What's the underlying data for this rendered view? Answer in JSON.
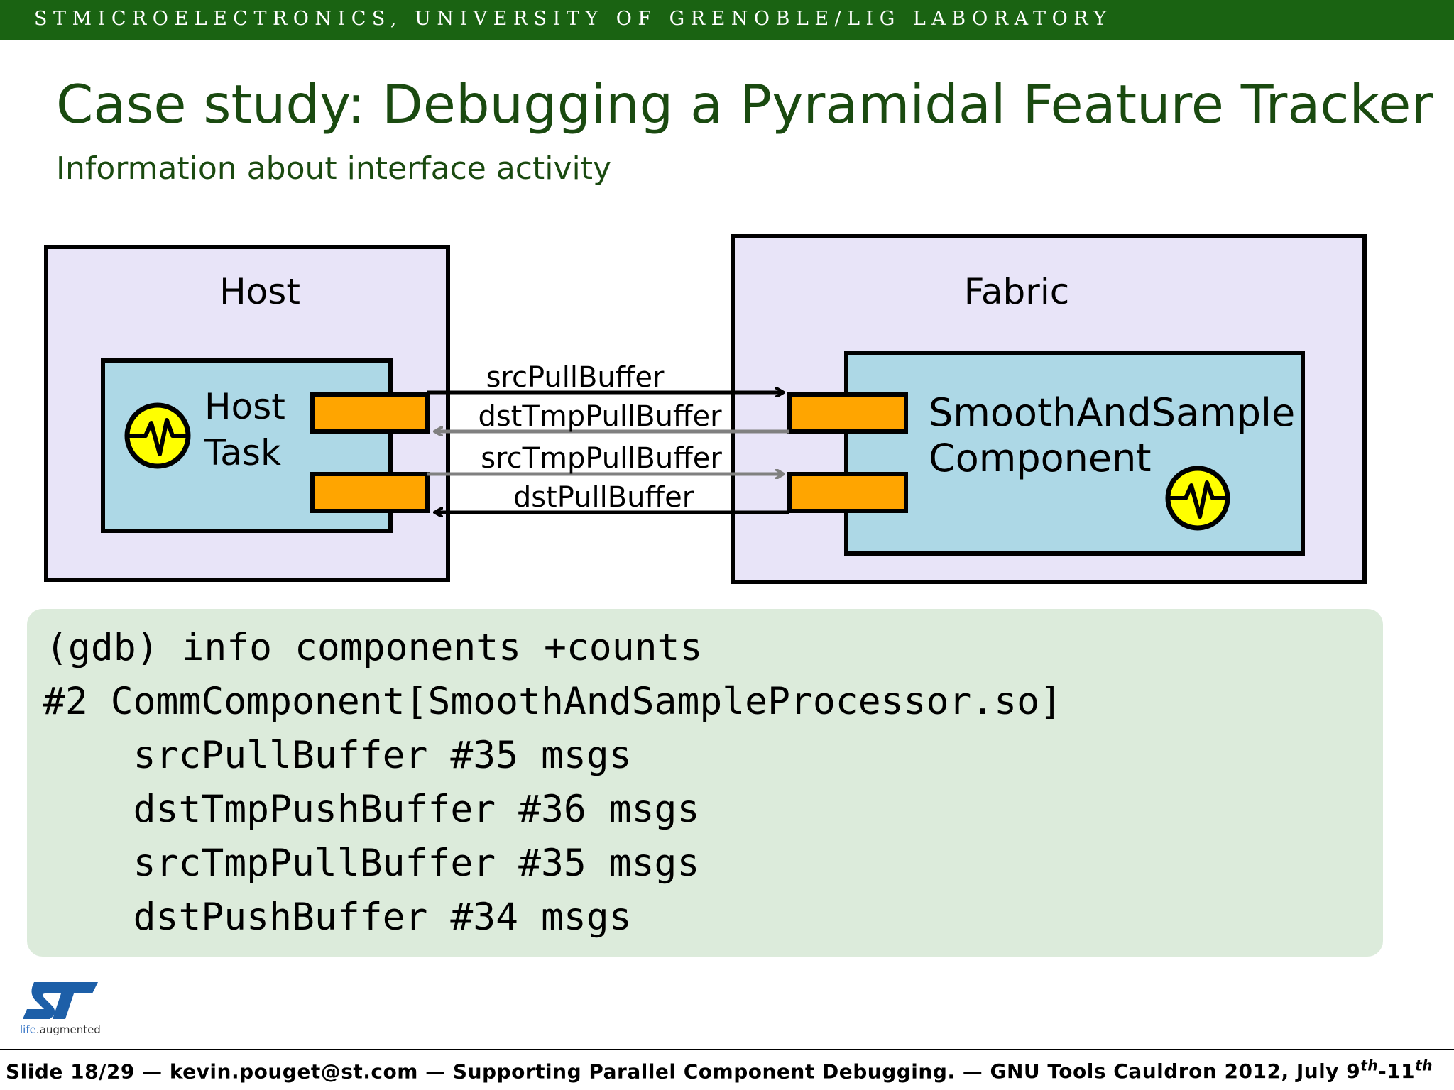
{
  "header": {
    "affiliation": "STMICROELECTRONICS, UNIVERSITY OF GRENOBLE/LIG LABORATORY"
  },
  "slide": {
    "title": "Case study: Debugging a Pyramidal Feature Tracker",
    "subtitle": "Information about interface activity"
  },
  "diagram": {
    "host_label": "Host",
    "host_task_line1": "Host",
    "host_task_line2": "Task",
    "fabric_label": "Fabric",
    "component_line1": "SmoothAndSample",
    "component_line2": "Component",
    "links": [
      "srcPullBuffer",
      "dstTmpPullBuffer",
      "srcTmpPullBuffer",
      "dstPullBuffer"
    ],
    "colors": {
      "outer_box": "#e8e4f8",
      "inner_box": "#add8e6",
      "port": "#ffa500",
      "task_icon": "#ffff00",
      "gray_arrow": "#808080"
    }
  },
  "console": {
    "lines": [
      "(gdb) info components +counts",
      "#2 CommComponent[SmoothAndSampleProcessor.so]",
      "    srcPullBuffer #35 msgs",
      "    dstTmpPushBuffer #36 msgs",
      "    srcTmpPullBuffer #35 msgs",
      "    dstPushBuffer #34 msgs"
    ],
    "background": "#dcebdb"
  },
  "logo": {
    "tagline_part1": "life",
    "tagline_part2": ".augmented",
    "icon": "st-logo"
  },
  "footer": {
    "slide_number": "Slide 18/29",
    "email": "kevin.pouget@st.com",
    "talk_title": "Supporting Parallel Component Debugging.",
    "event_prefix": "GNU Tools Cauldron 2012, July 9",
    "sup1": "th",
    "mid": "-11",
    "sup2": "th",
    "separator": "—"
  }
}
